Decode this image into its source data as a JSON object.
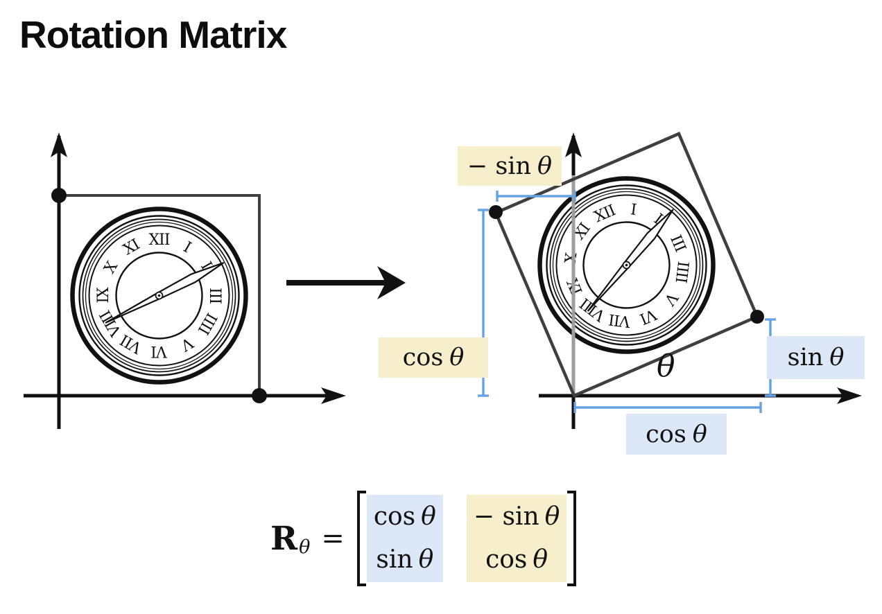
{
  "title": "Rotation Matrix",
  "colors": {
    "cream_highlight": "#f7eecb",
    "blue_highlight": "#dce8f7",
    "blue_measure_line": "#64a2e4",
    "square_stroke": "#3f3f3f",
    "axis_gray": "#9e9e9e",
    "ink": "#111111"
  },
  "clock": {
    "numerals": [
      "XII",
      "I",
      "II",
      "III",
      "IIII",
      "V",
      "VI",
      "VII",
      "VIII",
      "IX",
      "X",
      "XI"
    ]
  },
  "rotated_figure": {
    "label_neg_sin": {
      "fn": "− sin",
      "sym": "θ"
    },
    "label_cos_left": {
      "fn": "cos",
      "sym": "θ"
    },
    "label_sin_right": {
      "fn": "sin",
      "sym": "θ"
    },
    "label_cos_bottom": {
      "fn": "cos",
      "sym": "θ"
    },
    "angle_symbol": "θ"
  },
  "equation": {
    "symbol": "R",
    "subscript": "θ",
    "equals": "=",
    "matrix": {
      "r1c1": {
        "fn": "cos",
        "sym": "θ"
      },
      "r2c1": {
        "fn": "sin",
        "sym": "θ"
      },
      "r1c2": {
        "fn": "− sin",
        "sym": "θ"
      },
      "r2c2": {
        "fn": "cos",
        "sym": "θ"
      }
    }
  }
}
